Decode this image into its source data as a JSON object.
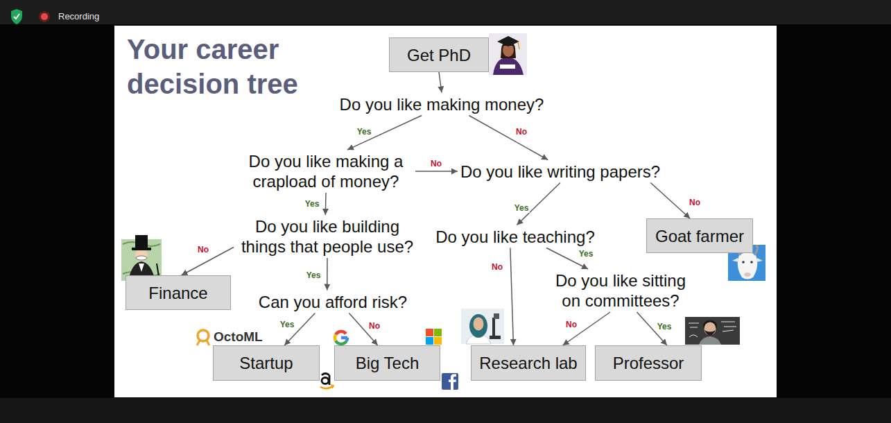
{
  "diagram": {
    "title": "Your career decision tree",
    "nodes": [
      {
        "text": [
          "Get PhD"
        ]
      },
      {
        "text": [
          "Do you like making money?"
        ]
      },
      {
        "text": [
          "Do you like making a crapload of money?"
        ]
      },
      {
        "text": [
          "Do you like writing papers?"
        ]
      },
      {
        "text": [
          "Do you like building things that people use?"
        ]
      },
      {
        "text": [
          "Do you like teaching?"
        ]
      },
      {
        "text": [
          "Goat farmer"
        ]
      },
      {
        "text": [
          "Finance"
        ]
      },
      {
        "text": [
          "Can you afford risk?"
        ]
      },
      {
        "text": [
          "Do you like sitting on committees?"
        ]
      },
      {
        "text": [
          "Startup"
        ]
      },
      {
        "text": [
          "Big Tech"
        ]
      },
      {
        "text": [
          "Research lab"
        ]
      },
      {
        "text": [
          "Professor"
        ]
      }
    ],
    "edges": [
      {
        "from": 0,
        "to": 1,
        "arrow": "to"
      },
      {
        "from": 1,
        "to": 2,
        "label": "Yes",
        "arrow": "to"
      },
      {
        "from": 1,
        "to": 3,
        "label": "No",
        "arrow": "to"
      },
      {
        "from": 2,
        "to": 3,
        "label": "No",
        "arrow": "to"
      },
      {
        "from": 2,
        "to": 4,
        "label": "Yes",
        "arrow": "to"
      },
      {
        "from": 3,
        "to": 5,
        "label": "Yes",
        "arrow": "to"
      },
      {
        "from": 3,
        "to": 6,
        "label": "No",
        "arrow": "to"
      },
      {
        "from": 4,
        "to": 7,
        "label": "No",
        "arrow": "to"
      },
      {
        "from": 4,
        "to": 8,
        "label": "Yes",
        "arrow": "to"
      },
      {
        "from": 5,
        "to": 12,
        "label": "No",
        "arrow": "to"
      },
      {
        "from": 5,
        "to": 9,
        "label": "Yes",
        "arrow": "to"
      },
      {
        "from": 8,
        "to": 10,
        "label": "Yes",
        "arrow": "to"
      },
      {
        "from": 8,
        "to": 11,
        "label": "No",
        "arrow": "to"
      },
      {
        "from": 9,
        "to": 12,
        "label": "No",
        "arrow": "to"
      },
      {
        "from": 9,
        "to": 13,
        "label": "Yes",
        "arrow": "to"
      }
    ],
    "labels": [
      "Recording",
      "OctoML"
    ]
  }
}
